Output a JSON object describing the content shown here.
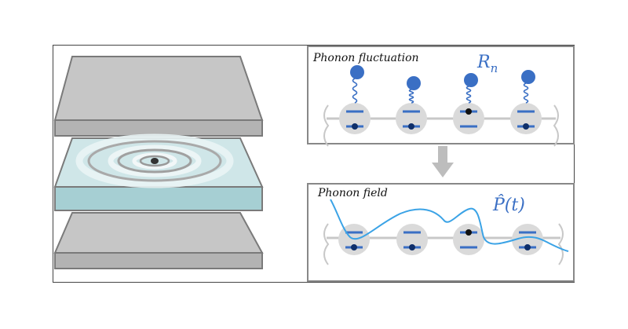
{
  "panels": {
    "top": {
      "title": "Phonon fluctuation",
      "symbol": "R",
      "symbol_sub": "n"
    },
    "bottom": {
      "title": "Phonon field",
      "symbol": "P̂(t)"
    }
  },
  "colors": {
    "plate": "#c4c4c4",
    "plate_stroke": "#7a7a7a",
    "slab": "#bfe0e2",
    "slab_side": "#9cc9ce",
    "accent": "#3a6fc4",
    "wave": "#3ba3e6",
    "atom": "#dadada",
    "chain": "#cccccc"
  },
  "icons": {
    "arrow": "down-arrow-icon",
    "spring": "spring-icon",
    "ball": "phonon-ball-icon"
  }
}
